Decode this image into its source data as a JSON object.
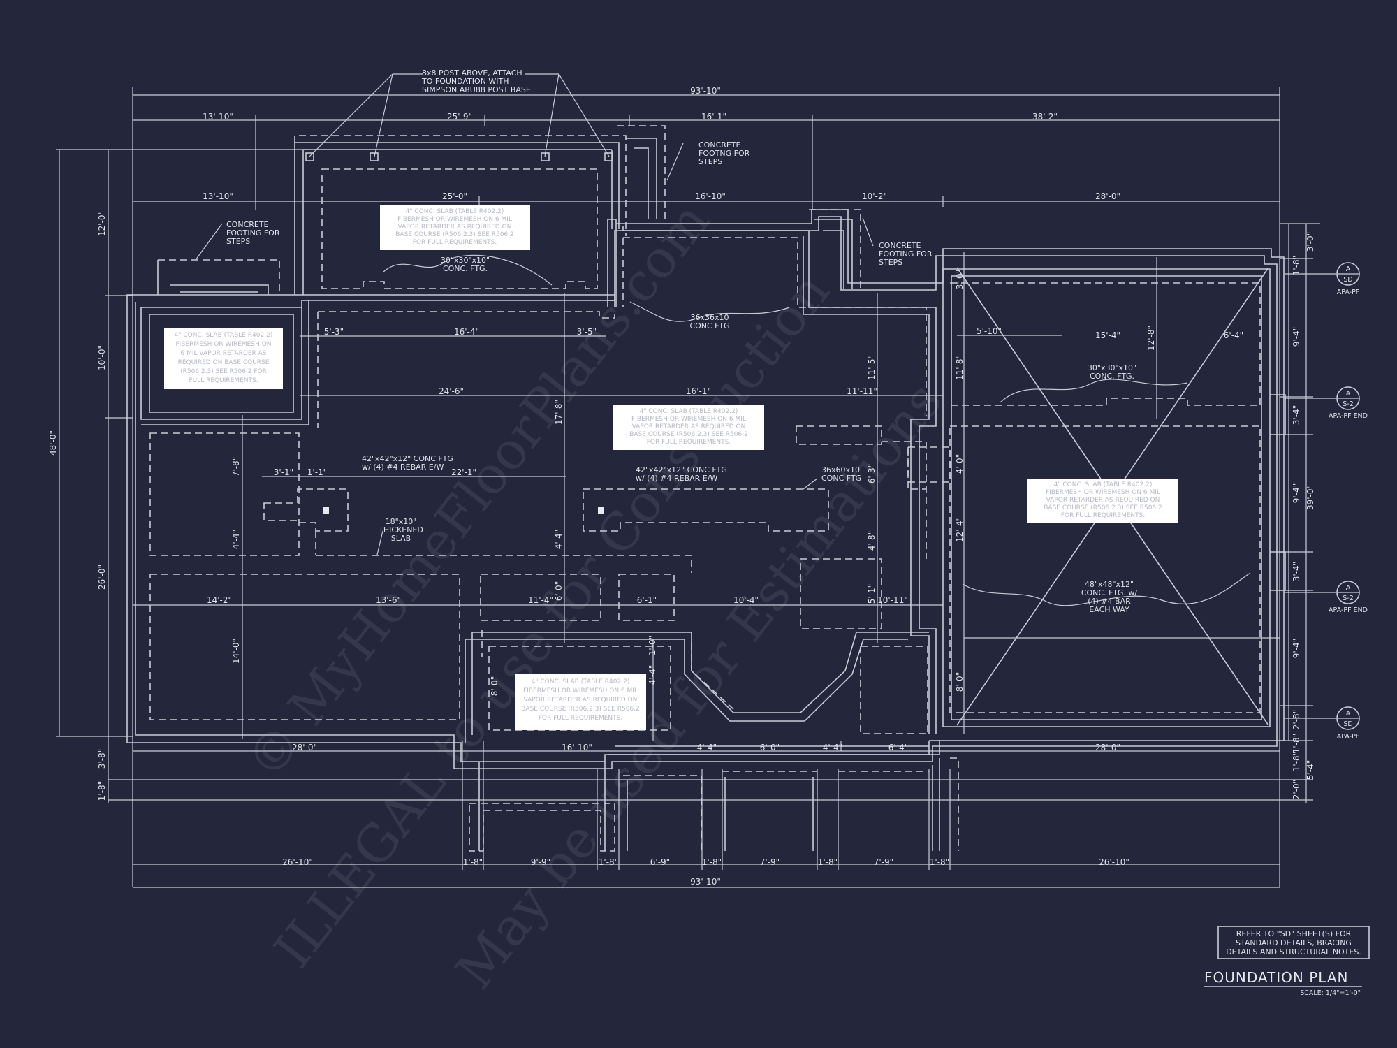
{
  "watermark": {
    "line1": "© MyHomeFloorPlans.com",
    "line2": "ILLEGAL to use for Construction",
    "line3": "May be used for Estimations"
  },
  "callouts": {
    "post_base": [
      "8x8 POST ABOVE, ATTACH",
      "TO FOUNDATION WITH",
      "SIMPSON ABU88 POST BASE."
    ],
    "footing_steps_top": [
      "CONCRETE",
      "FOOTNG FOR",
      "STEPS"
    ],
    "footing_steps_left": [
      "CONCRETE",
      "FOOTING FOR",
      "STEPS"
    ],
    "footing_steps_right": [
      "CONCRETE",
      "FOOTING FOR",
      "STEPS"
    ],
    "conc_ftg_30a": [
      "30\"x30\"x10\"",
      "CONC. FTG."
    ],
    "conc_ftg_36x36": [
      "36x36x10",
      "CONC FTG"
    ],
    "conc_ftg_30b": [
      "30\"x30\"x10\"",
      "CONC. FTG."
    ],
    "conc_ftg_42a": [
      "42\"x42\"x12\" CONC FTG",
      "w/ (4) #4 REBAR E/W"
    ],
    "conc_ftg_42b": [
      "42\"x42\"x12\" CONC FTG",
      "w/ (4) #4 REBAR E/W"
    ],
    "conc_ftg_36x60": [
      "36x60x10",
      "CONC FTG"
    ],
    "thickened_slab": [
      "18\"x10\"",
      "THICKENED",
      "SLAB"
    ],
    "conc_ftg_48": [
      "48\"x48\"x12\"",
      "CONC. FTG. w/",
      "(4) #4 BAR",
      "EACH WAY"
    ]
  },
  "slab_notes": {
    "note1": [
      "4\" CONC. SLAB (TABLE R402.2)",
      "FIBERMESH OR WIREMESH ON 6 MIL",
      "VAPOR RETARDER AS REQUIRED ON",
      "BASE COURSE (R506.2.3) SEE R506.2",
      "FOR FULL REQUIREMENTS."
    ],
    "note2": [
      "4\" CONC. SLAB (TABLE R402.2)",
      "FIBERMESH OR WIREMESH ON",
      "6 MIL VAPOR RETARDER AS",
      "REQUIRED ON BASE COURSE",
      "(R506.2.3) SEE R506.2 FOR",
      "FULL REQUIREMENTS."
    ],
    "note3": [
      "4\" CONC. SLAB (TABLE R402.2)",
      "FIBERMESH OR WIREMESH ON 6 MIL",
      "VAPOR RETARDER AS REQUIRED ON",
      "BASE COURSE (R506.2.3) SEE R506.2",
      "FOR FULL REQUIREMENTS."
    ],
    "note4": [
      "4\" CONC. SLAB (TABLE R402.2)",
      "FIBERMESH OR WIREMESH ON 6 MIL",
      "VAPOR RETARDER AS REQUIRED ON",
      "BASE COURSE (R506.2.3) SEE R506.2",
      "FOR FULL REQUIREMENTS."
    ],
    "note5": [
      "4\" CONC. SLAB (TABLE R402.2)",
      "FIBERMESH OR WIREMESH ON 6 MIL",
      "VAPOR RETARDER AS REQUIRED ON",
      "BASE COURSE (R506.2.3) SEE R506.2",
      "FOR FULL REQUIREMENTS."
    ]
  },
  "dims_top": {
    "overall": "93'-10\"",
    "a": "13'-10\"",
    "b": "25'-9\"",
    "c": "16'-1\"",
    "d": "38'-2\"",
    "e": "13'-10\"",
    "f": "25'-0\"",
    "g": "16'-10\"",
    "h": "10'-2\"",
    "i": "28'-0\""
  },
  "dims_bottom": {
    "overall": "93'-10\"",
    "a": "26'-10\"",
    "b": "1'-8\"",
    "c": "9'-9\"",
    "d": "1'-8\"",
    "e": "6'-9\"",
    "f": "1'-8\"",
    "g": "7'-9\"",
    "h": "1'-8\"",
    "i": "7'-9\"",
    "j": "1'-8\"",
    "k": "26'-10\"",
    "l": "28'-0\"",
    "m": "16'-10\"",
    "n": "4'-4\"",
    "o": "6'-0\"",
    "p": "4'-4\"",
    "q": "6'-4\"",
    "r": "28'-0\""
  },
  "dims_left": {
    "overall": "48'-0\"",
    "a": "12'-0\"",
    "b": "10'-0\"",
    "c": "26'-0\"",
    "d": "3'-8\"",
    "e": "1'-8\""
  },
  "dims_right": {
    "overall": "39'-0\"",
    "a": "3'-0\"",
    "b": "1'-8\"",
    "c": "9'-4\"",
    "d": "3'-4\"",
    "e": "9'-4\"",
    "f": "3'-4\"",
    "g": "9'-4\"",
    "h": "2'-8\"",
    "i": "1'-8\"",
    "j": "5'-4\"",
    "k": "2'-0\"",
    "l": "1'-8\""
  },
  "dims_interior": {
    "a": "5'-3\"",
    "b": "16'-4\"",
    "c": "3'-5\"",
    "d": "24'-6\"",
    "e": "16'-1\"",
    "f": "11'-11\"",
    "g": "3'-1\"",
    "h": "1'-1\"",
    "i": "22'-1\"",
    "j": "14'-2\"",
    "k": "13'-6\"",
    "l": "11'-4\"",
    "m": "6'-1\"",
    "n": "10'-4\"",
    "o": "10'-11\"",
    "p": "7'-8\"",
    "q": "4'-4\"",
    "r": "14'-0\"",
    "s": "17'-8\"",
    "t": "4'-4\"",
    "u": "6'-0\"",
    "v": "11'-5\"",
    "w": "6'-3\"",
    "x": "4'-8\"",
    "y": "5'-1\"",
    "z": "1'-0\"",
    "aa": "4'-4\"",
    "ab": "8'-0\"",
    "ac": "5'-10\"",
    "ad": "15'-4\"",
    "ae": "6'-4\"",
    "af": "12'-8\"",
    "ag": "11'-8\"",
    "ah": "4'-0\"",
    "ai": "12'-4\"",
    "aj": "8'-0\"",
    "ak": "3'-0\""
  },
  "section_tags": [
    {
      "top": "A",
      "bottom": "SD",
      "label": "APA-PF"
    },
    {
      "top": "A",
      "bottom": "S-2",
      "label": "APA-PF END"
    },
    {
      "top": "A",
      "bottom": "S-2",
      "label": "APA-PF END"
    },
    {
      "top": "A",
      "bottom": "SD",
      "label": "APA-PF"
    }
  ],
  "refer_note": [
    "REFER TO \"SD\" SHEET(S) FOR",
    "STANDARD DETAILS, BRACING",
    "DETAILS AND STRUCTURAL NOTES."
  ],
  "title": "FOUNDATION PLAN",
  "scale": "SCALE: 1/4\"=1'-0\""
}
